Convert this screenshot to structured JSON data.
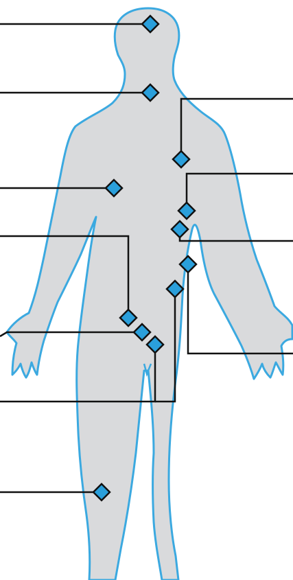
{
  "figure": {
    "colors": {
      "background": "#ffffff",
      "body_fill": "#d9dadc",
      "body_outline": "#3ba9e0",
      "marker_fill": "#2a9fdb",
      "marker_stroke": "#111111",
      "leader_line": "#111111"
    },
    "markers": [
      {
        "id": "head",
        "icon": "diamond-marker"
      },
      {
        "id": "neck",
        "icon": "diamond-marker"
      },
      {
        "id": "chest-right",
        "icon": "diamond-marker"
      },
      {
        "id": "abdomen-upper-left",
        "icon": "diamond-marker"
      },
      {
        "id": "abdomen-mid-left",
        "icon": "diamond-marker"
      },
      {
        "id": "abdomen-lower-left",
        "icon": "diamond-marker"
      },
      {
        "id": "abdomen-upper-right",
        "icon": "diamond-marker"
      },
      {
        "id": "abdomen-lower-right",
        "icon": "diamond-marker"
      },
      {
        "id": "groin-1",
        "icon": "diamond-marker"
      },
      {
        "id": "groin-2",
        "icon": "diamond-marker"
      },
      {
        "id": "groin-3",
        "icon": "diamond-marker"
      },
      {
        "id": "thigh",
        "icon": "diamond-marker"
      }
    ]
  }
}
